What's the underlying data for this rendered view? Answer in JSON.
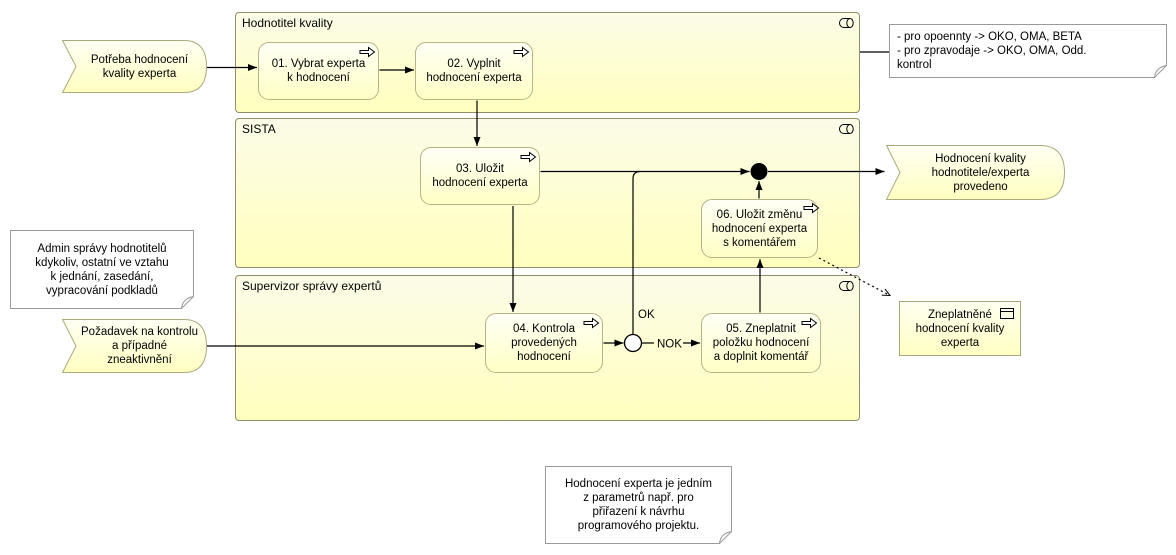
{
  "colors": {
    "lane_border": "#8f8f6c",
    "node_border": "#b5b586",
    "fill_top": "#fffff6",
    "fill_bottom": "#ffffc6",
    "note_border": "#9a9a9a",
    "line": "#000000"
  },
  "lanes": [
    {
      "title": "Hodnotitel kvality"
    },
    {
      "title": "SISTA"
    },
    {
      "title": "Supervizor správy expertů"
    }
  ],
  "processes": [
    {
      "label": "01. Vybrat experta\nk hodnocení"
    },
    {
      "label": "02. Vyplnit\nhodnocení experta"
    },
    {
      "label": "03. Uložit\nhodnocení experta"
    },
    {
      "label": "04. Kontrola\nprovedených\nhodnocení"
    },
    {
      "label": "05. Zneplatnit\npoložku hodnocení\na doplnit komentář"
    },
    {
      "label": "06. Uložit změnu\nhodnocení experta\ns komentářem"
    }
  ],
  "events": [
    {
      "label": "Potřeba hodnocení\nkvality experta"
    },
    {
      "label": "Požadavek na kontrolu\na případné\nzneaktivnění"
    },
    {
      "label": "Hodnocení kvality\nhodnotitele/experta\nprovedeno"
    }
  ],
  "business_object": {
    "label": "Zneplatněné\nhodnocení kvality\nexperta"
  },
  "notes": [
    {
      "text": "- pro opoennty -> OKO, OMA, BETA\n- pro zpravodaje -> OKO, OMA, Odd.\nkontrol"
    },
    {
      "text": "Admin správy hodnotitelů\nkdykoliv, ostatní ve vztahu\nk jednání, zasedání,\nvypracování podkladů"
    },
    {
      "text": "Hodnocení experta je jedním\nz parametrů např. pro\npřiřazení k návrhu\nprogramového projektu."
    }
  ],
  "branch_labels": {
    "ok": "OK",
    "nok": "NOK"
  }
}
